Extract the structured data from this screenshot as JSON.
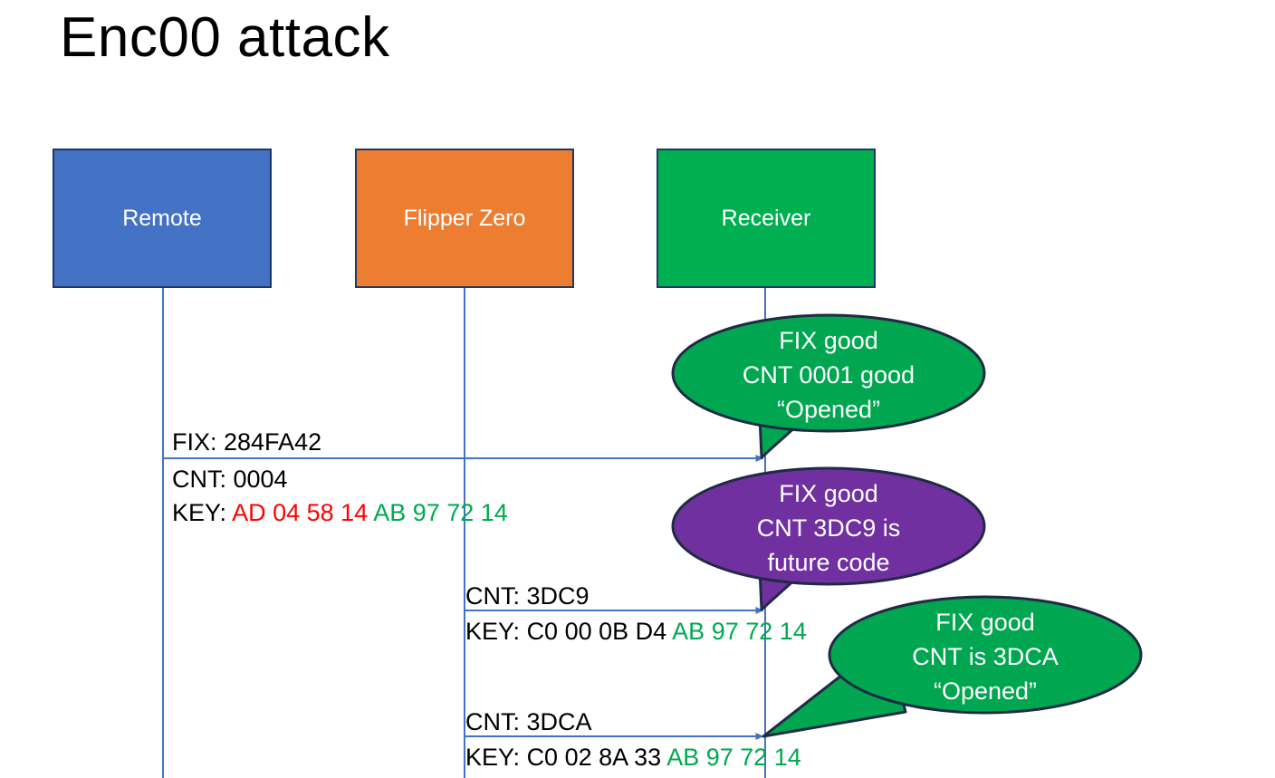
{
  "slide": {
    "title": "Enc00 attack",
    "background": "#FFFFFF"
  },
  "colors": {
    "remote_box": "#4472C4",
    "flipper_box": "#ED7D31",
    "receiver_box": "#00B050",
    "box_border": "#1F3864",
    "bubble_green": "#00A650",
    "bubble_purple": "#7030A0",
    "bubble_border": "#1F2A44",
    "lifeline": "#4472C4",
    "arrow": "#4472C4",
    "hex_red": "#FF0000",
    "hex_green": "#00A94F",
    "hex_black": "#000000",
    "text": "#000000"
  },
  "actors": [
    {
      "name": "remote",
      "label": "Remote"
    },
    {
      "name": "flipper",
      "label": "Flipper Zero"
    },
    {
      "name": "receiver",
      "label": "Receiver"
    }
  ],
  "messages": [
    {
      "name": "remote-to-receiver",
      "fix_label": "FIX: 284FA42",
      "cnt_label": "CNT: 0004",
      "key_label": "KEY:",
      "key_first": "AD 04 58 14",
      "key_second": "AB 97 72 14"
    },
    {
      "name": "flipper-to-receiver-future",
      "cnt_label": "CNT: 3DC9",
      "key_label": "KEY:",
      "key_first": "C0 00 0B D4",
      "key_second": "AB 97 72 14"
    },
    {
      "name": "flipper-to-receiver-open",
      "cnt_label": "CNT: 3DCA",
      "key_label": "KEY:",
      "key_first": "C0 02 8A 33",
      "key_second": "AB 97 72 14"
    }
  ],
  "bubbles": [
    {
      "name": "bubble-cnt-0001-good",
      "color": "#00A650",
      "lines": [
        "FIX good",
        "CNT 0001 good",
        "“Opened”"
      ]
    },
    {
      "name": "bubble-cnt-3dc9-future",
      "color": "#7030A0",
      "lines": [
        "FIX good",
        "CNT 3DC9 is",
        "future code"
      ]
    },
    {
      "name": "bubble-cnt-3dca-opened",
      "color": "#00A650",
      "lines": [
        "FIX good",
        "CNT is 3DCA",
        "“Opened”"
      ]
    }
  ]
}
